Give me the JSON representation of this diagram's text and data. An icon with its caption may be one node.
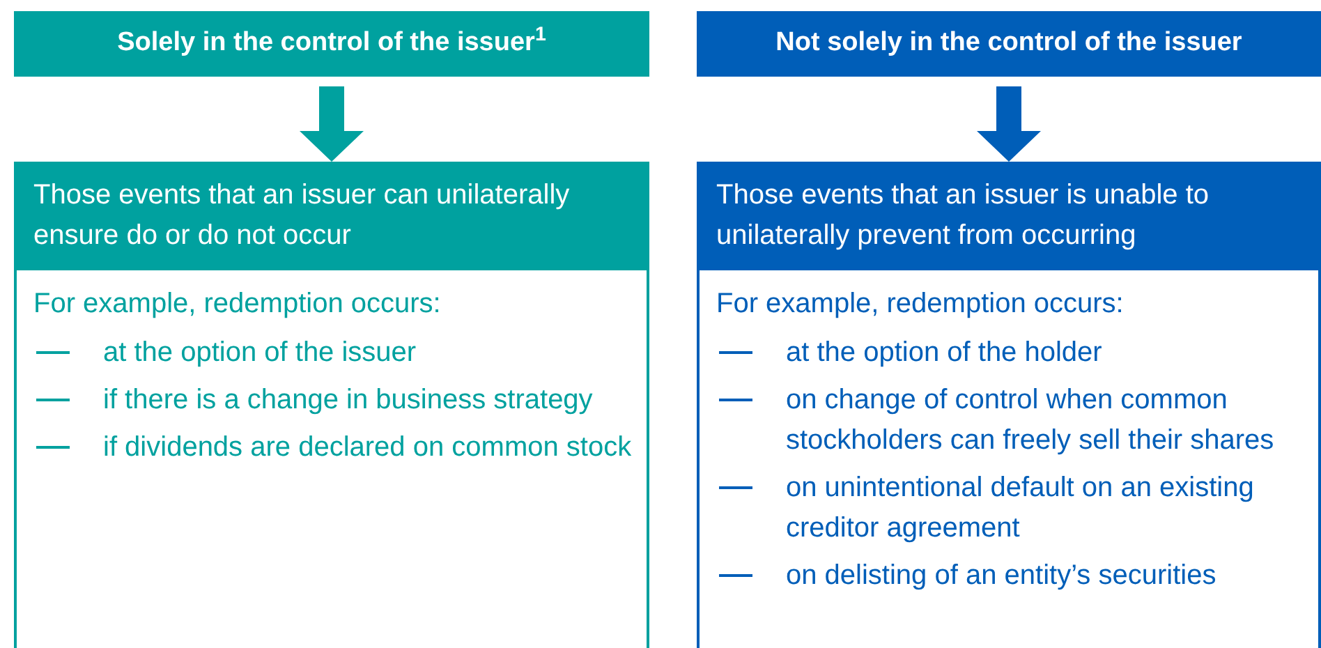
{
  "diagram": {
    "nodes": [
      {
        "text": [
          "Solely in the control of the issuer$^{1}$"
        ]
      },
      {
        "text": [
          "Those events that an issuer can unilaterally ensure do or do not occur",
          "For example, redemption occurs:",
          "at the option of the issuer",
          "if there is a change in business strategy",
          "if dividends are declared on common stock"
        ]
      },
      {
        "text": [
          "Not solely in the control of the issuer"
        ]
      },
      {
        "text": [
          "Those events that an issuer is unable to unilaterally prevent from occurring",
          "For example, redemption occurs:",
          "at the option of the holder",
          "on change of control when common stockholders can freely sell their shares",
          "on unintentional default on an existing creditor agreement",
          "on delisting of an entity’s securities"
        ]
      }
    ],
    "edges": [
      {
        "from": 0,
        "to": 1,
        "arrow": "to",
        "style": "thick",
        "color": "#00a19f"
      },
      {
        "from": 2,
        "to": 3,
        "arrow": "to",
        "style": "thick",
        "color": "#005eb8"
      }
    ]
  }
}
